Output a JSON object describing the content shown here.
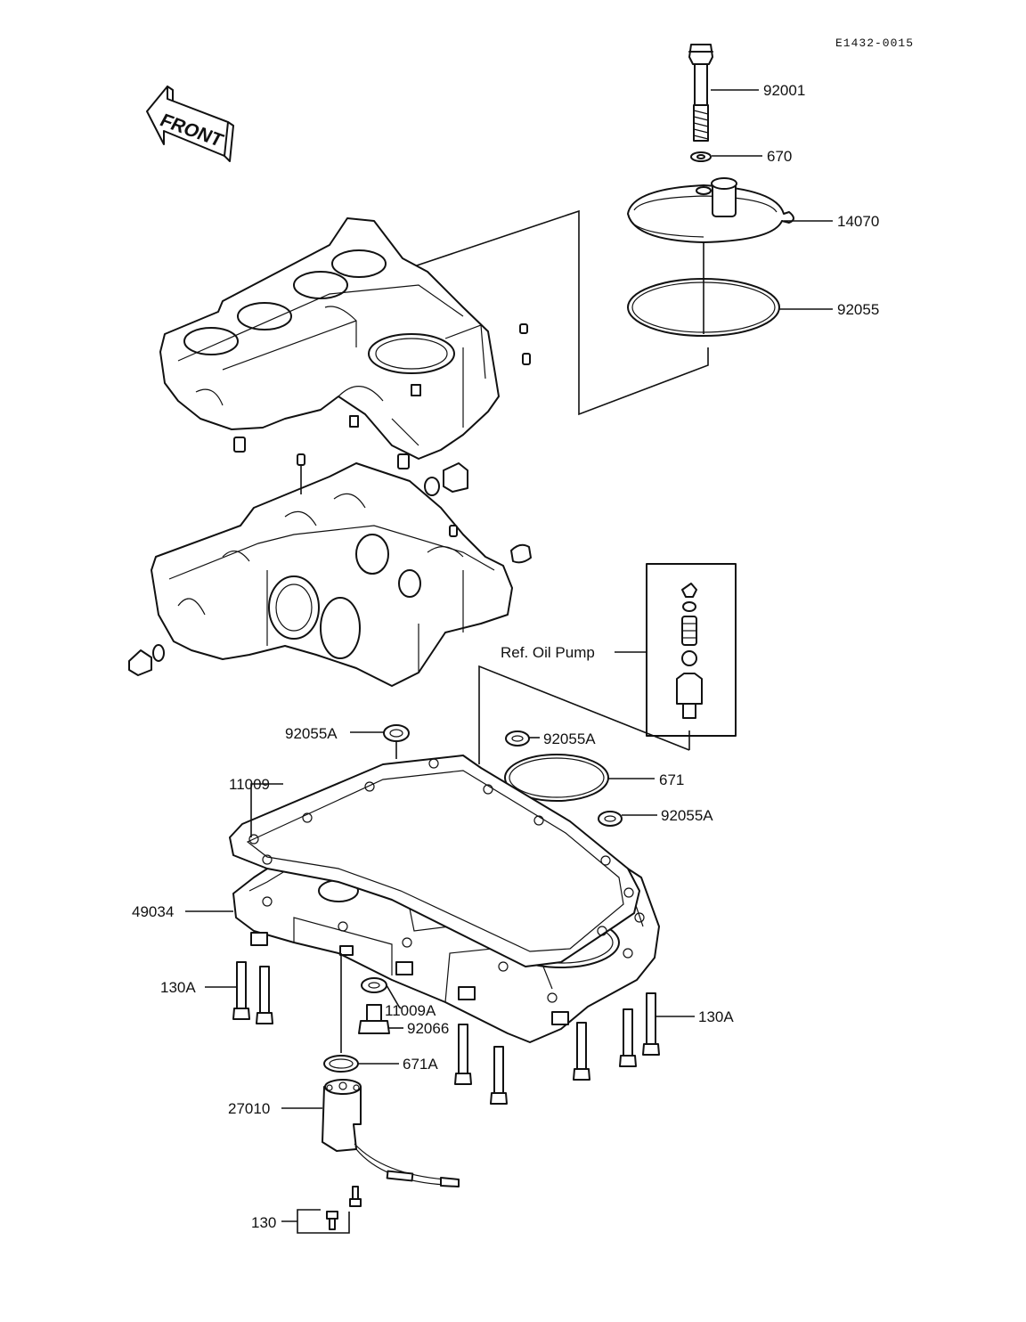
{
  "drawing_code": "E1432-0015",
  "front_label": "FRONT",
  "ref_label": "Ref.  Oil Pump",
  "labels": {
    "p92001": "92001",
    "p670": "670",
    "p14070": "14070",
    "p92055": "92055",
    "p92055A_left": "92055A",
    "p92055A_mid": "92055A",
    "p92055A_right": "92055A",
    "p671": "671",
    "p11009": "11009",
    "p49034": "49034",
    "p130A_left": "130A",
    "p130A_right": "130A",
    "p11009A": "11009A",
    "p92066": "92066",
    "p671A": "671A",
    "p27010": "27010",
    "p130": "130"
  }
}
